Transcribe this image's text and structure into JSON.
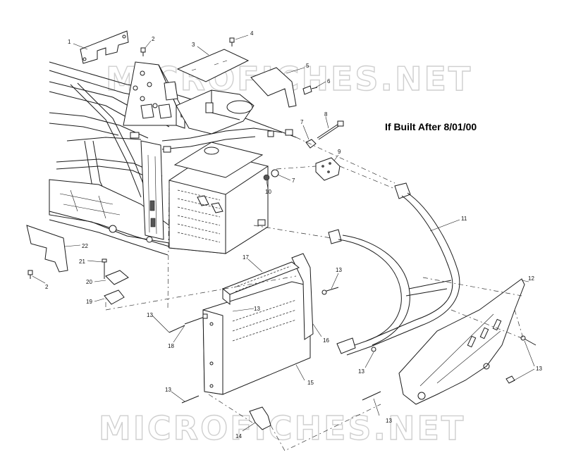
{
  "heading": "If Built After 8/01/00",
  "watermark": "MICROFICHES.NET",
  "callouts": [
    "1",
    "2",
    "3",
    "4",
    "5",
    "6",
    "7",
    "8",
    "9",
    "7",
    "10",
    "11",
    "12",
    "13",
    "13",
    "13",
    "13",
    "13",
    "13",
    "13",
    "14",
    "15",
    "16",
    "17",
    "18",
    "19",
    "20",
    "21",
    "22",
    "2"
  ]
}
